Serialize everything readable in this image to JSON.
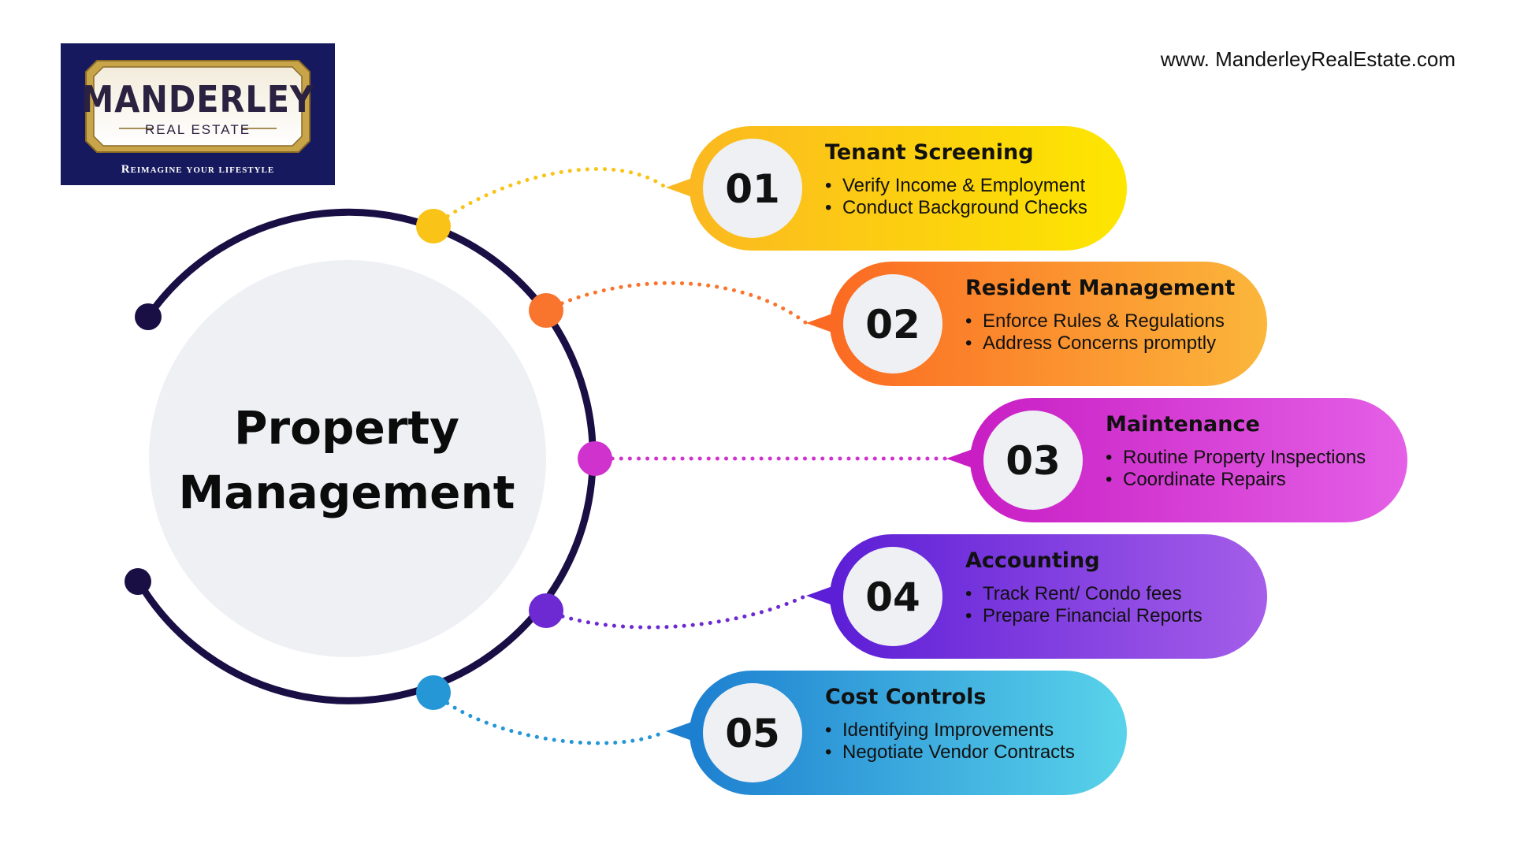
{
  "brand": {
    "name": "MANDERLEY",
    "subtitle": "REAL ESTATE",
    "tagline": "Reimagine your lifestyle",
    "website": "www. ManderleyRealEstate.com",
    "navy": "#16195e",
    "gold": "#c9a54a"
  },
  "center": {
    "title_line1": "Property",
    "title_line2": "Management",
    "ring_color": "#1a0f45",
    "disc_color": "#eef0f4"
  },
  "steps": [
    {
      "number": "01",
      "title": "Tenant Screening",
      "bullets": [
        "Verify Income & Employment",
        "Conduct Background Checks"
      ],
      "color_start": "#fbb820",
      "color_end": "#fde600",
      "node_color": "#f9c417"
    },
    {
      "number": "02",
      "title": "Resident Management",
      "bullets": [
        "Enforce Rules & Regulations",
        "Address Concerns promptly"
      ],
      "color_start": "#fb6a22",
      "color_end": "#fbb63b",
      "node_color": "#f9742d"
    },
    {
      "number": "03",
      "title": "Maintenance",
      "bullets": [
        "Routine Property Inspections",
        "Coordinate Repairs"
      ],
      "color_start": "#c81ec4",
      "color_end": "#e460e6",
      "node_color": "#d032cd"
    },
    {
      "number": "04",
      "title": "Accounting",
      "bullets": [
        "Track Rent/ Condo fees",
        "Prepare Financial Reports"
      ],
      "color_start": "#5c1ed6",
      "color_end": "#a55ee9",
      "node_color": "#6d2ad2"
    },
    {
      "number": "05",
      "title": "Cost Controls",
      "bullets": [
        "Identifying Improvements",
        "Negotiate Vendor Contracts"
      ],
      "color_start": "#1d7fd0",
      "color_end": "#59d3ea",
      "node_color": "#2596d6"
    }
  ]
}
